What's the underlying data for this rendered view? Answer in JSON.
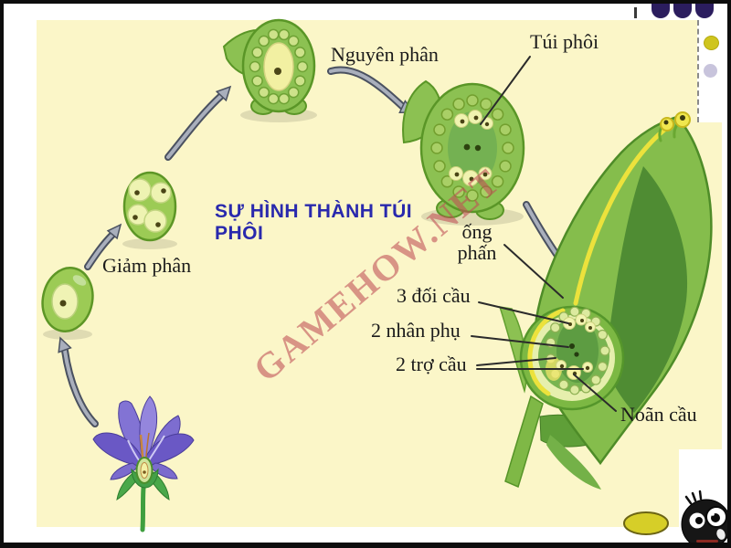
{
  "slide": {
    "title": "SỰ HÌNH THÀNH TÚI PHÔI",
    "watermark": "GAMEHOW.NET",
    "labels": {
      "giam_phan": "Giảm phân",
      "nguyen_phan": "Nguyên phân",
      "tui_phoi": "Túi phôi",
      "ong_phan_line1": "ống",
      "ong_phan_line2": "phấn",
      "doi_cau": "3 đối cầu",
      "nhan_phu": "2 nhân phụ",
      "tro_cau": "2 trợ cầu",
      "noan_cau": "Noãn cầu"
    },
    "colors": {
      "slide_background": "#fbf6c8",
      "title_blue": "#2929ad",
      "watermark_red": "#c04e54",
      "cell_green": "#8cc152",
      "cell_outline": "#5a9627",
      "cell_inner_yellow": "#f2f0a2",
      "pod_dark_green": "#4f8c33",
      "pollen_tube_yellow": "#ece23c",
      "arrow_gray": "#a9afbc",
      "flower_purple": "#7a68cf",
      "nav_dot_purple": "#2b1d5e",
      "yellow_dot": "#cfc51e",
      "lavender_dot": "#c8c4dc",
      "yellow_oval": "#d6ce28"
    }
  }
}
